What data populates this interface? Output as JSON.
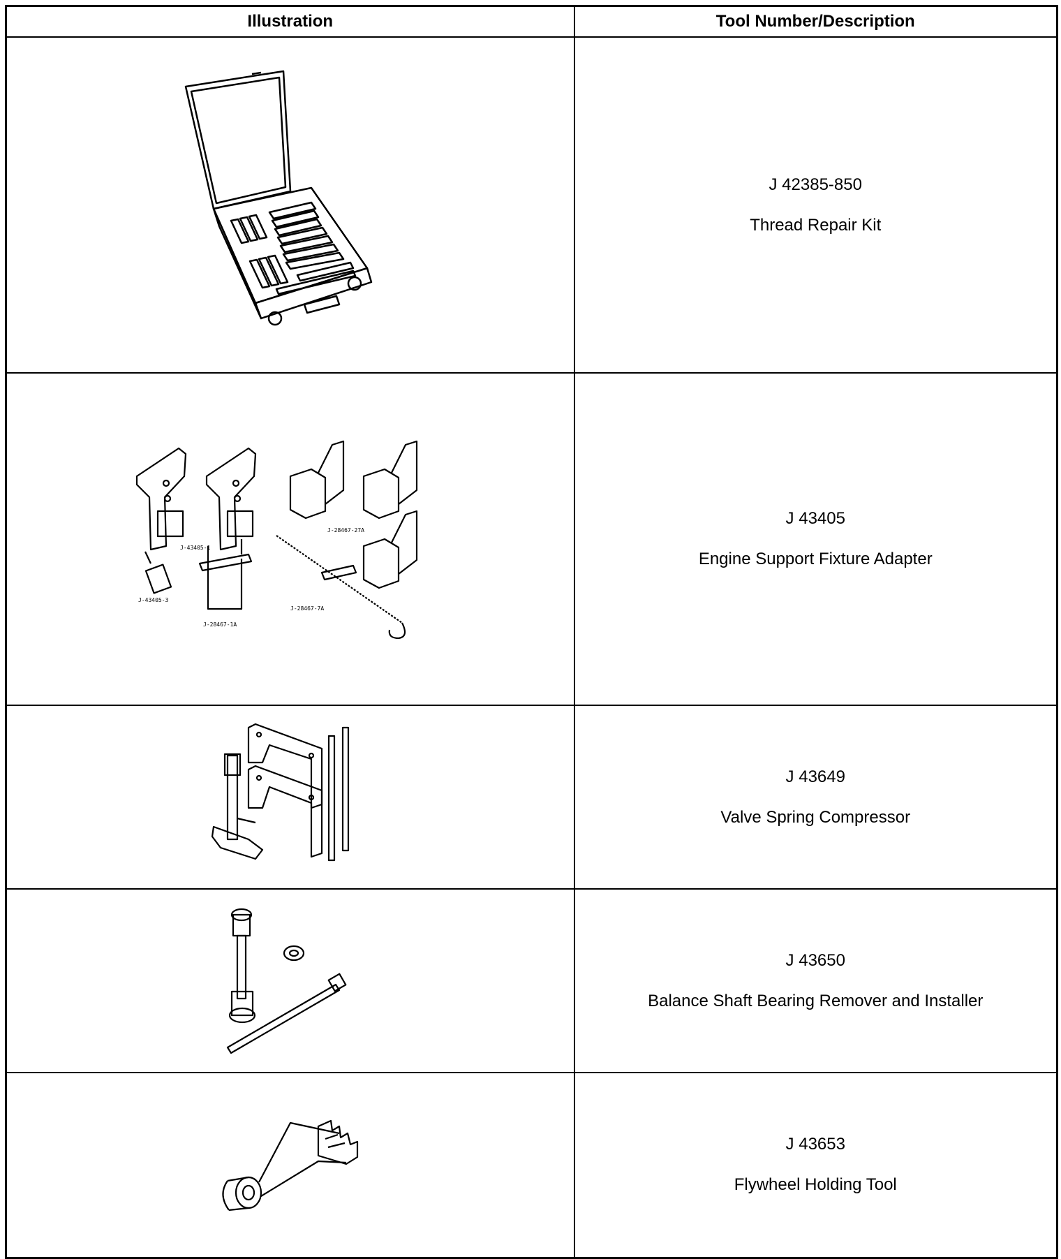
{
  "table": {
    "headers": {
      "illustration": "Illustration",
      "description": "Tool Number/Description"
    },
    "rows": [
      {
        "tool_number": "J 42385-850",
        "description": "Thread Repair Kit",
        "illustration_icon": "thread-repair-kit-case-icon"
      },
      {
        "tool_number": "J 43405",
        "description": "Engine Support Fixture Adapter",
        "illustration_icon": "engine-support-fixture-adapter-icon",
        "part_labels": [
          "J-43405-1",
          "J-28467-27A",
          "J-43405-3",
          "J-28467-1A",
          "J-28467-7A"
        ]
      },
      {
        "tool_number": "J 43649",
        "description": "Valve Spring Compressor",
        "illustration_icon": "valve-spring-compressor-icon"
      },
      {
        "tool_number": "J 43650",
        "description": "Balance Shaft Bearing Remover and Installer",
        "illustration_icon": "bearing-remover-installer-icon"
      },
      {
        "tool_number": "J 43653",
        "description": "Flywheel Holding Tool",
        "illustration_icon": "flywheel-holding-tool-icon"
      }
    ]
  }
}
